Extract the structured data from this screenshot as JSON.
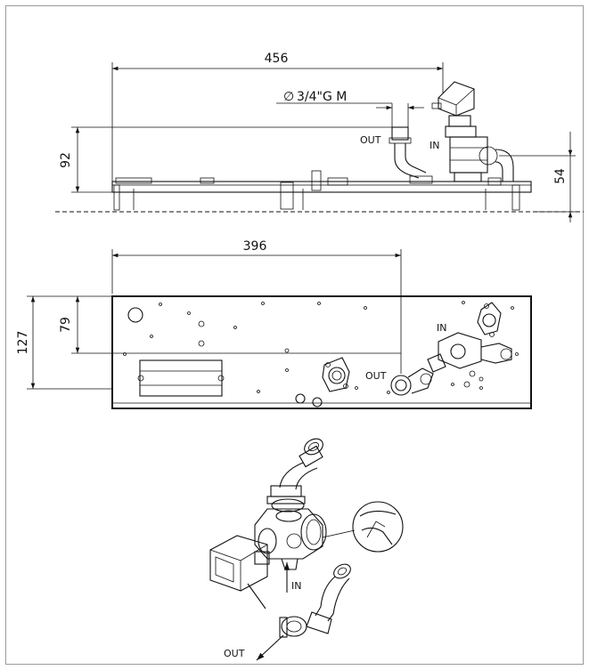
{
  "top_view": {
    "dim_width": "456",
    "dim_pipe": "3/4\"G M",
    "dim_pipe_symbol": "∅",
    "dim_height_left": "92",
    "dim_height_right": "54",
    "label_out": "OUT",
    "label_in": "IN"
  },
  "plan_view": {
    "dim_width": "396",
    "dim_height_outer": "127",
    "dim_height_inner": "79",
    "label_in": "IN",
    "label_out": "OUT"
  },
  "detail_view": {
    "label_in": "IN",
    "label_out": "OUT"
  }
}
